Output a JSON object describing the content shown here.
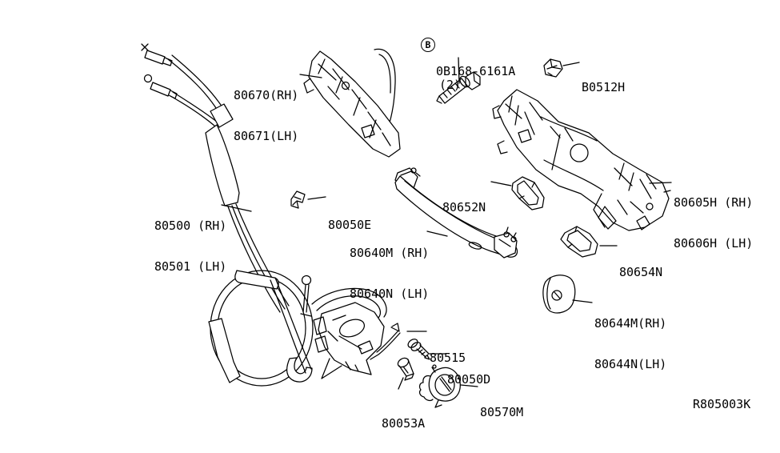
{
  "diagram": {
    "ref_code": "R805003K",
    "background": "#ffffff",
    "line_color": "#000000",
    "callouts": {
      "front_bracket": {
        "line1": "80670(RH)",
        "line2": "80671(LH)"
      },
      "bolt": {
        "badge": "B",
        "part": "0B168-6161A",
        "qty": "(2)"
      },
      "clip_b0512h": {
        "line1": "B0512H"
      },
      "rear_bracket": {
        "line1": "80605H (RH)",
        "line2": "80606H (LH)"
      },
      "front_gasket": {
        "line1": "80652N"
      },
      "clip_80050e": {
        "line1": "80050E"
      },
      "cable": {
        "line1": "80500 (RH)",
        "line2": "80501 (LH)"
      },
      "outside_handle": {
        "line1": "80640M (RH)",
        "line2": "80640N (LH)"
      },
      "rear_gasket": {
        "line1": "80654N"
      },
      "escutcheon": {
        "line1": "80644M(RH)",
        "line2": "80644N(LH)"
      },
      "lock_rod": {
        "line1": "80515"
      },
      "screw_80050d": {
        "line1": "80050D"
      },
      "clip_80053a": {
        "line1": "80053A"
      },
      "lock_cylinder": {
        "line1": "80570M"
      }
    }
  }
}
